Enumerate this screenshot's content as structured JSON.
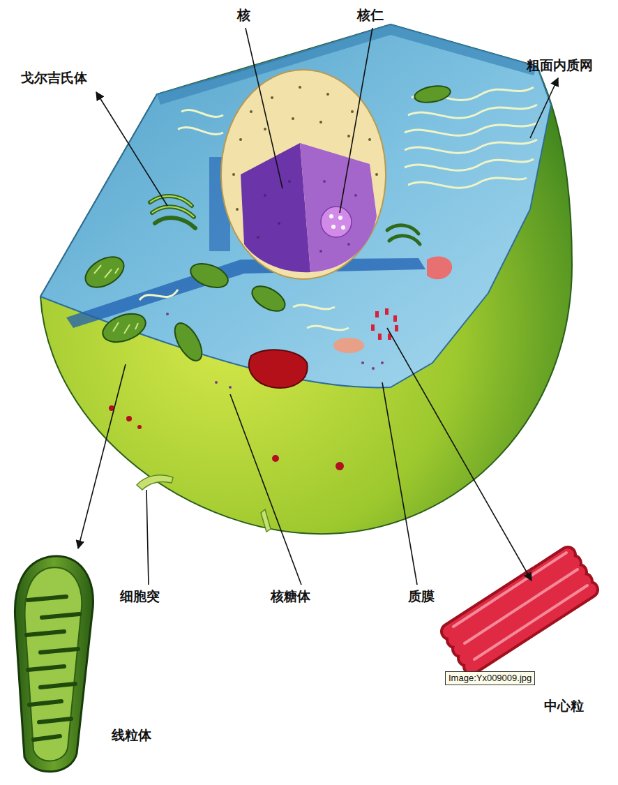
{
  "diagram": {
    "labels": [
      "核",
      "核仁",
      "戈尔吉氏体",
      "粗面内质网",
      "细胞突",
      "核糖体",
      "质膜",
      "中心粒",
      "Image:Yx009009.jpg",
      "线粒体"
    ]
  }
}
